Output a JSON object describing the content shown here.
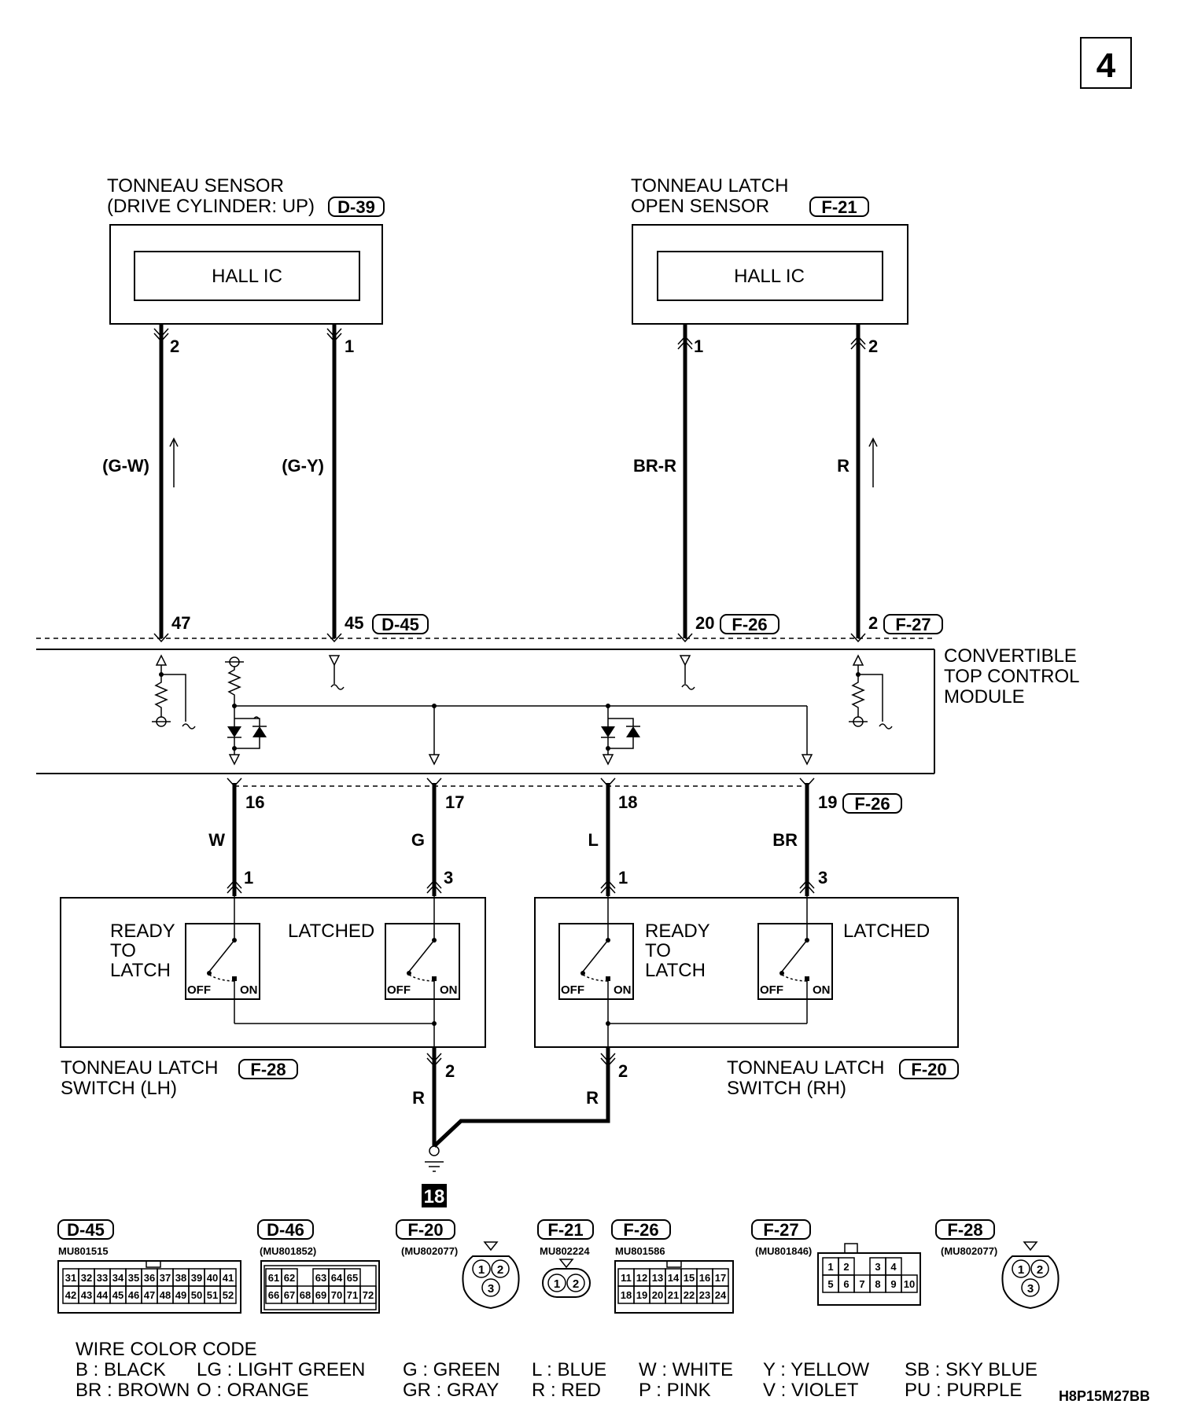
{
  "page_number": "4",
  "diagram_code": "H8P15M27BB",
  "components": {
    "tonneau_sensor": {
      "title1": "TONNEAU SENSOR",
      "title2": "(DRIVE CYLINDER: UP)",
      "connector": "D-39",
      "inner": "HALL IC",
      "pins": [
        "2",
        "1"
      ]
    },
    "latch_open_sensor": {
      "title1": "TONNEAU LATCH",
      "title2": "OPEN SENSOR",
      "connector": "F-21",
      "inner": "HALL IC",
      "pins": [
        "1",
        "2"
      ]
    },
    "ctcm": {
      "line1": "CONVERTIBLE",
      "line2": "TOP CONTROL",
      "line3": "MODULE"
    },
    "switch_lh": {
      "title1": "TONNEAU LATCH",
      "title2": "SWITCH (LH)",
      "connector": "F-28",
      "pin_in_1": "1",
      "pin_in_3": "3",
      "pin_out": "2"
    },
    "switch_rh": {
      "title1": "TONNEAU LATCH",
      "title2": "SWITCH (RH)",
      "connector": "F-20",
      "pin_in_1": "1",
      "pin_in_3": "3",
      "pin_out": "2"
    },
    "switch_labels": {
      "ready1": "READY",
      "ready2": "TO",
      "ready3": "LATCH",
      "latched": "LATCHED",
      "off": "OFF",
      "on": "ON"
    },
    "ground": "18"
  },
  "wires": {
    "w1": {
      "color": "(G-W)",
      "pin": "47"
    },
    "w2": {
      "color": "(G-Y)",
      "pin": "45",
      "connector": "D-45"
    },
    "w3": {
      "color": "BR-R",
      "pin": "20",
      "connector": "F-26"
    },
    "w4": {
      "color": "R",
      "pin": "2",
      "connector": "F-27"
    },
    "w5": {
      "color": "W",
      "pin": "16"
    },
    "w6": {
      "color": "G",
      "pin": "17"
    },
    "w7": {
      "color": "L",
      "pin": "18"
    },
    "w8": {
      "color": "BR",
      "pin": "19",
      "connector": "F-26"
    },
    "gnd_lh": "R",
    "gnd_rh": "R"
  },
  "connectors": {
    "d45": {
      "id": "D-45",
      "part": "MU801515",
      "row1": [
        "31",
        "32",
        "33",
        "34",
        "35",
        "36",
        "37",
        "38",
        "39",
        "40",
        "41"
      ],
      "row2": [
        "42",
        "43",
        "44",
        "45",
        "46",
        "47",
        "48",
        "49",
        "50",
        "51",
        "52"
      ]
    },
    "d46": {
      "id": "D-46",
      "part": "(MU801852)",
      "row1": [
        "61",
        "62",
        "",
        "63",
        "64",
        "65"
      ],
      "row2": [
        "66",
        "67",
        "68",
        "69",
        "70",
        "71",
        "72"
      ]
    },
    "f20": {
      "id": "F-20",
      "part": "(MU802077)",
      "pins": [
        "1",
        "2",
        "3"
      ]
    },
    "f21": {
      "id": "F-21",
      "part": "MU802224",
      "pins": [
        "1",
        "2"
      ]
    },
    "f26": {
      "id": "F-26",
      "part": "MU801586",
      "row1": [
        "11",
        "12",
        "13",
        "14",
        "15",
        "16",
        "17"
      ],
      "row2": [
        "18",
        "19",
        "20",
        "21",
        "22",
        "23",
        "24"
      ]
    },
    "f27": {
      "id": "F-27",
      "part": "(MU801846)",
      "row1": [
        "1",
        "2",
        "",
        "3",
        "4"
      ],
      "row2": [
        "5",
        "6",
        "7",
        "8",
        "9",
        "10"
      ]
    },
    "f28": {
      "id": "F-28",
      "part": "(MU802077)",
      "pins": [
        "1",
        "2",
        "3"
      ]
    }
  },
  "legend": {
    "title": "WIRE COLOR CODE",
    "line1": [
      "B : BLACK",
      "LG : LIGHT GREEN",
      "G : GREEN",
      "L : BLUE",
      "W : WHITE",
      "Y : YELLOW",
      "SB : SKY BLUE"
    ],
    "line2": [
      "BR : BROWN",
      "O : ORANGE",
      "GR : GRAY",
      "R : RED",
      "P : PINK",
      "V : VIOLET",
      "PU : PURPLE"
    ]
  }
}
